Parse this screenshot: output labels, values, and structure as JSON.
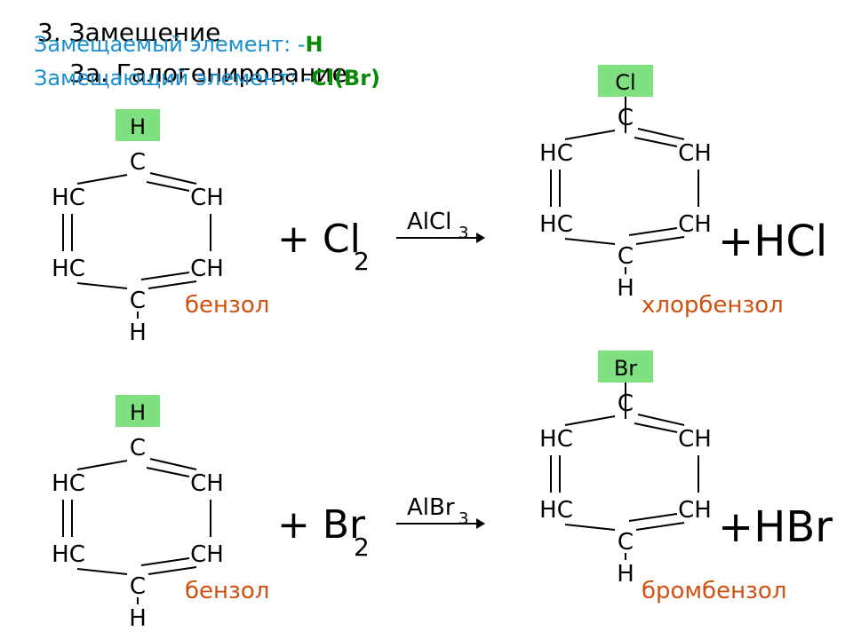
{
  "header": {
    "title": "3. Замещение",
    "subtitle": "3а. Галогенирование",
    "replaced_prefix": "Замещаемый элемент: -",
    "replaced_element": "H",
    "replacing_prefix": "Замещающий элемент: -",
    "replacing_element": "Cl(Br)"
  },
  "colors": {
    "black": "#000000",
    "blue_label": "#1a8fd0",
    "green_element": "#0a8a0a",
    "green_box": "#7ee07e",
    "orange_name": "#d05010"
  },
  "reactions": [
    {
      "reactant_substituent": "H",
      "reactant_atoms": {
        "top_c": "C",
        "top_left": "HC",
        "top_right": "CH",
        "bottom_left": "HC",
        "bottom_right": "CH",
        "bottom_c": "C",
        "bottom_h": "H"
      },
      "reactant_name": "бензол",
      "reagent_main": "+ Cl",
      "reagent_sub": "2",
      "catalyst_main": "AlCl",
      "catalyst_sub": "3",
      "product_substituent": "Cl",
      "product_atoms": {
        "top_c": "C",
        "top_left": "HC",
        "top_right": "CH",
        "bottom_left": "HC",
        "bottom_right": "CH",
        "bottom_c": "C",
        "bottom_h": "H"
      },
      "product_name": "хлорбензол",
      "byproduct": "+HCl"
    },
    {
      "reactant_substituent": "H",
      "reactant_atoms": {
        "top_c": "C",
        "top_left": "HC",
        "top_right": "CH",
        "bottom_left": "HC",
        "bottom_right": "CH",
        "bottom_c": "C",
        "bottom_h": "H"
      },
      "reactant_name": "бензол",
      "reagent_main": "+ Br",
      "reagent_sub": "2",
      "catalyst_main": "AlBr",
      "catalyst_sub": "3",
      "product_substituent": "Br",
      "product_atoms": {
        "top_c": "C",
        "top_left": "HC",
        "top_right": "CH",
        "bottom_left": "HC",
        "bottom_right": "CH",
        "bottom_c": "C",
        "bottom_h": "H"
      },
      "product_name": "бромбензол",
      "byproduct": "+HBr"
    }
  ]
}
